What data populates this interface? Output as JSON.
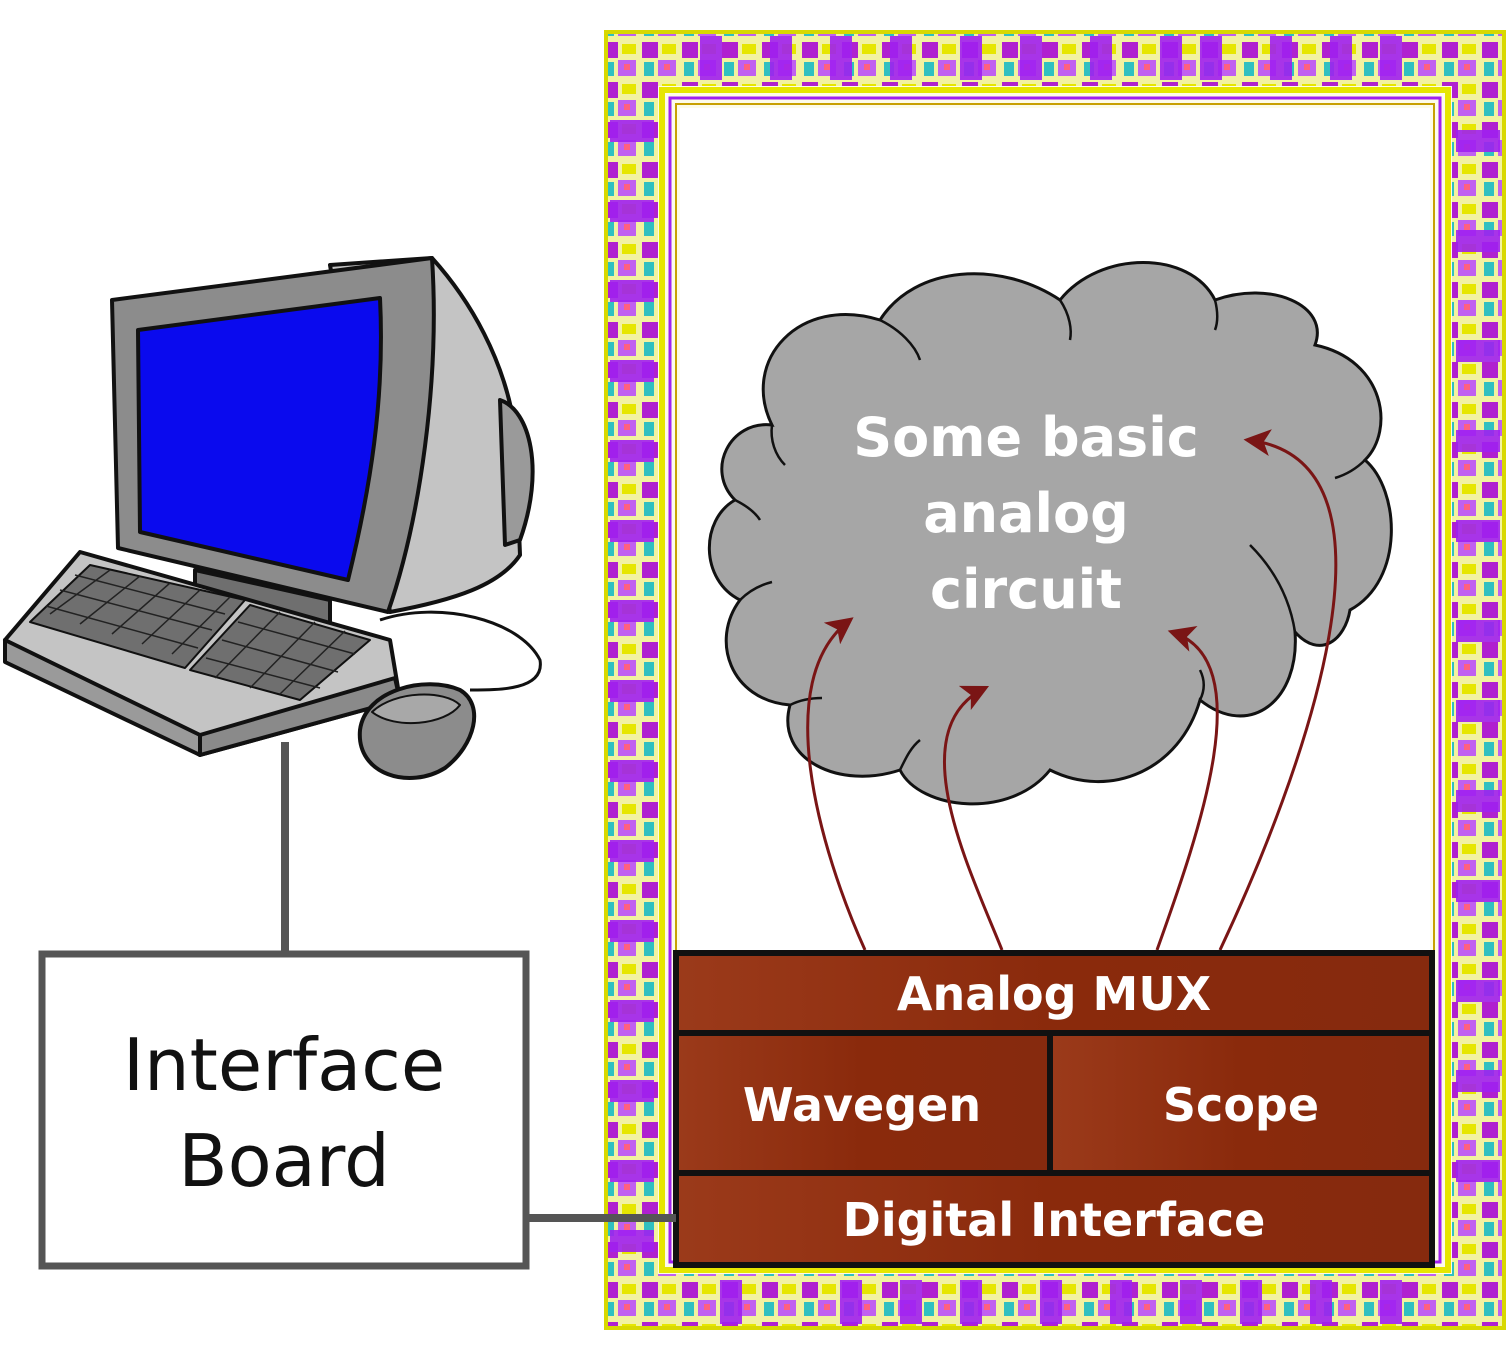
{
  "interface_board": {
    "line1": "Interface",
    "line2": "Board"
  },
  "cloud": {
    "line1": "Some basic",
    "line2": "analog",
    "line3": "circuit"
  },
  "blocks": {
    "analog_mux": "Analog MUX",
    "wavegen": "Wavegen",
    "scope": "Scope",
    "digital_interface": "Digital Interface"
  },
  "colors": {
    "block_fill": "#8a2a0e",
    "block_fill_light": "#a33c1c",
    "arrow": "#7a1515",
    "cloud": "#a6a6a6",
    "screen": "#0a0aee",
    "chip_metal_yellow": "#e6e600",
    "chip_metal_magenta": "#a020f0"
  },
  "icons": {
    "computer": "desktop-computer-icon",
    "chip": "chip-layout-icon",
    "cloud": "cloud-shape"
  }
}
